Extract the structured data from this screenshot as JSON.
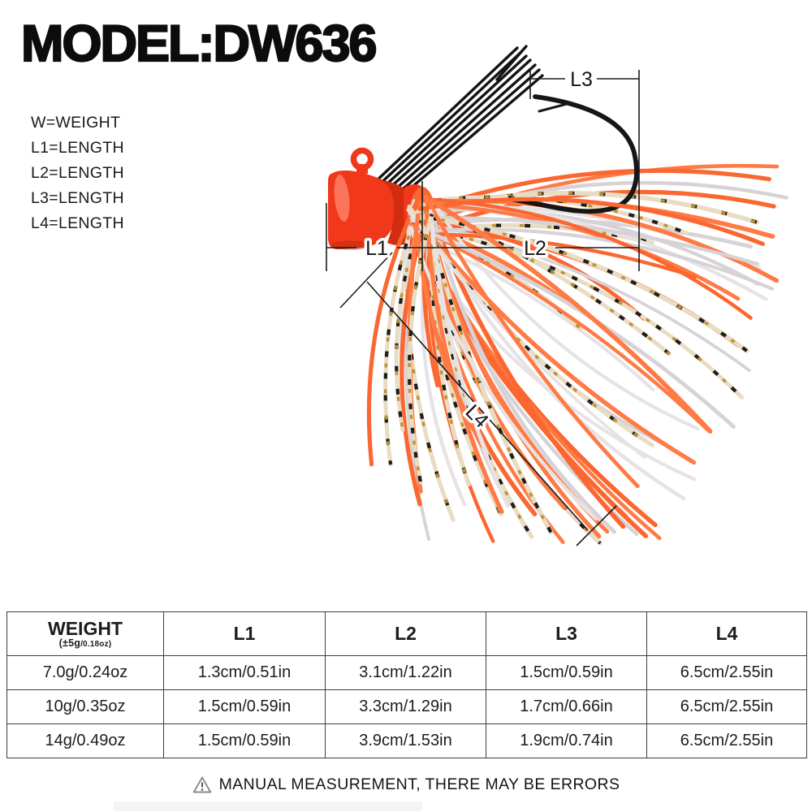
{
  "title": "MODEL:DW636",
  "legend": [
    "W=WEIGHT",
    "L1=LENGTH",
    "L2=LENGTH",
    "L3=LENGTH",
    "L4=LENGTH"
  ],
  "diagram": {
    "annotations": {
      "l1": "L1",
      "l2": "L2",
      "l3": "L3",
      "l4": "L4"
    },
    "colors": {
      "head_red": "#f2381b",
      "head_red_dark": "#d32d10",
      "head_highlight": "#ff8a70",
      "head_shadow": "#b52a10",
      "hook_black": "#161616",
      "weedguard_black": "#141414",
      "skirt_orange": "#ff7a44",
      "skirt_orange_deep": "#fb6730",
      "skirt_white": "#e7e3e5",
      "skirt_gray": "#d7d2d6",
      "skirt_cream": "#e9dcc4",
      "skirt_gold": "#bf9232",
      "skirt_band_black": "#201d1a",
      "dimension_line": "#1b1b1b"
    }
  },
  "spec_table": {
    "columns": [
      "WEIGHT",
      "L1",
      "L2",
      "L3",
      "L4"
    ],
    "weight_tolerance_main": "(±5g",
    "weight_tolerance_small": "/0.18oz)",
    "rows": [
      [
        "7.0g/0.24oz",
        "1.3cm/0.51in",
        "3.1cm/1.22in",
        "1.5cm/0.59in",
        "6.5cm/2.55in"
      ],
      [
        "10g/0.35oz",
        "1.5cm/0.59in",
        "3.3cm/1.29in",
        "1.7cm/0.66in",
        "6.5cm/2.55in"
      ],
      [
        "14g/0.49oz",
        "1.5cm/0.59in",
        "3.9cm/1.53in",
        "1.9cm/0.74in",
        "6.5cm/2.55in"
      ]
    ]
  },
  "footer": {
    "warning_icon": "warning-triangle",
    "text": "MANUAL MEASUREMENT, THERE MAY BE ERRORS"
  }
}
